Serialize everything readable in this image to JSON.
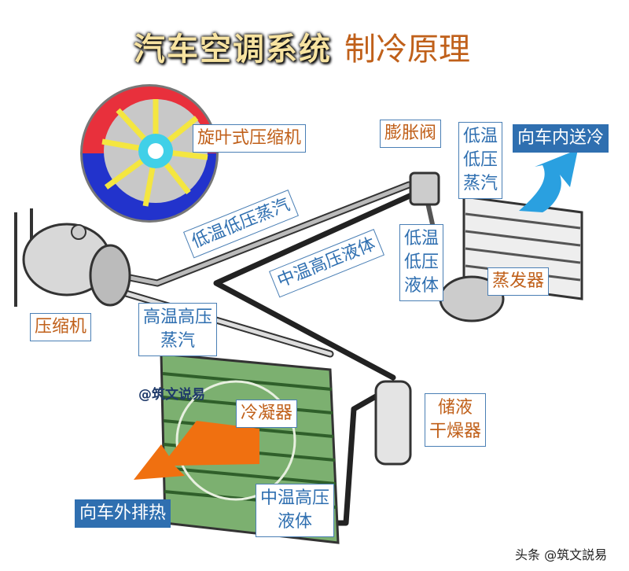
{
  "title": {
    "main": "汽车空调系统",
    "sub": "制冷原理"
  },
  "labels": {
    "vane_compressor": "旋叶式压缩机",
    "expansion_valve": "膨胀阀",
    "low_vapor_right": [
      "低温",
      "低压",
      "蒸汽"
    ],
    "to_cabin": "向车内送冷",
    "low_vapor_pipe": "低温低压蒸汽",
    "mid_liquid_pipe": "中温高压液体",
    "low_liquid": [
      "低温",
      "低压",
      "液体"
    ],
    "evaporator": "蒸发器",
    "compressor": "压缩机",
    "high_vapor": [
      "高温高压",
      "蒸汽"
    ],
    "condenser": "冷凝器",
    "drier": [
      "储液",
      "干燥器"
    ],
    "mid_liquid_bottom": [
      "中温高压",
      "液体"
    ],
    "to_outside": "向车外排热"
  },
  "watermarks": {
    "center": "@筑文说易",
    "corner": "头条 @筑文説易"
  },
  "colors": {
    "title_text": "#f7e3a0",
    "accent_orange": "#c0601a",
    "label_blue": "#2f6fb0",
    "hot_arrow": "#f07010",
    "cold_arrow": "#2aa0e0",
    "condenser": "#5a9a50"
  }
}
